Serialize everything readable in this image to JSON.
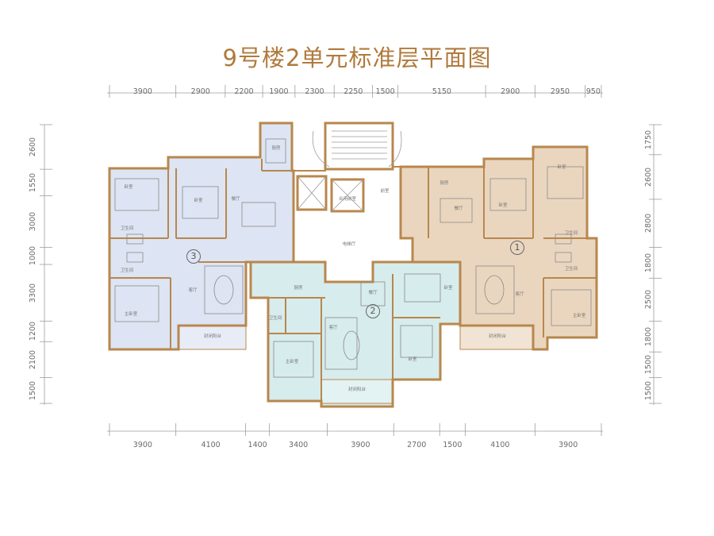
{
  "title": "9号楼2单元标准层平面图",
  "colors": {
    "title": "#b07a3c",
    "wall": "#b8874d",
    "unit1_fill": "#ead6bf",
    "unit2_fill": "#d7ecec",
    "unit3_fill": "#dde4f3",
    "dim_line": "#9e9e9e"
  },
  "dimensions": {
    "top": [
      "3900",
      "2900",
      "2200",
      "1900",
      "2300",
      "2250",
      "1500",
      "5150",
      "2900",
      "2950",
      "950"
    ],
    "bottom": [
      "3900",
      "4100",
      "1400",
      "3400",
      "3900",
      "2700",
      "1500",
      "4100",
      "3900"
    ],
    "left": [
      "2600",
      "1550",
      "3000",
      "1000",
      "3300",
      "1200",
      "2100",
      "1500"
    ],
    "right": [
      "1750",
      "2600",
      "2800",
      "1800",
      "2500",
      "1800",
      "1500",
      "1500"
    ]
  },
  "units": [
    "1",
    "2",
    "3"
  ],
  "rooms": {
    "unit3": [
      "卧室",
      "卧室",
      "卫生间",
      "卫生间",
      "主卧室",
      "客厅",
      "餐厅",
      "厨房",
      "封闭阳台"
    ],
    "unit2": [
      "厨房",
      "卫生间",
      "主卧室",
      "客厅",
      "餐厅",
      "卧室",
      "卧室",
      "封闭阳台"
    ],
    "unit1": [
      "厨房",
      "餐厅",
      "卧室",
      "卧室",
      "卫生间",
      "卫生间",
      "客厅",
      "主卧室",
      "封闭阳台"
    ],
    "core": [
      "电梯厅",
      "前室",
      "合用前室"
    ]
  }
}
